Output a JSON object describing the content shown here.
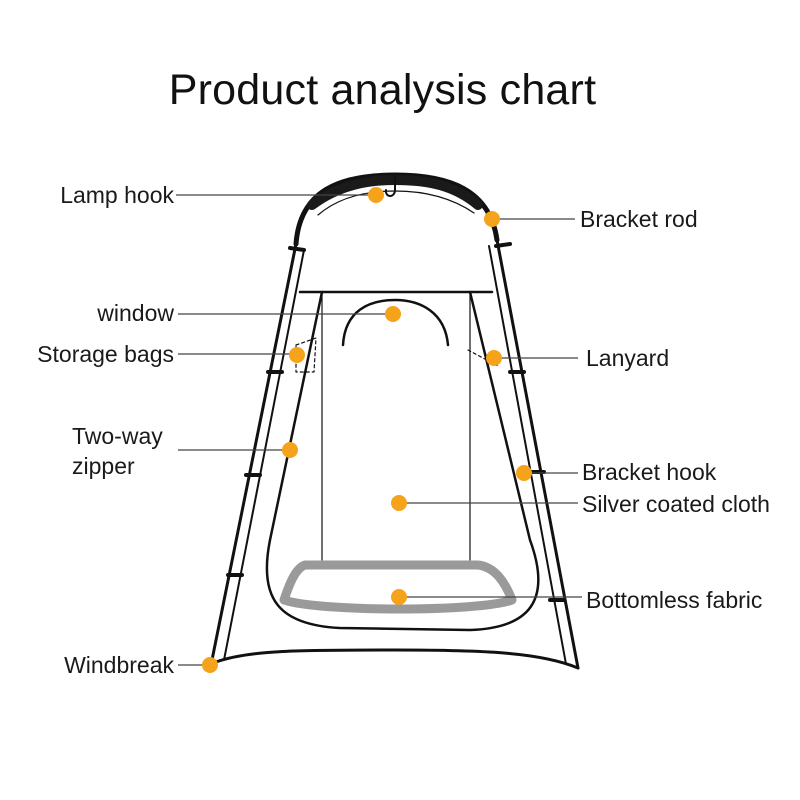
{
  "title": "Product analysis chart",
  "colors": {
    "marker": "#f5a31a",
    "outline": "#111111",
    "floor": "#9a9a9a",
    "leader": "#444444"
  },
  "labels": {
    "lamp_hook": "Lamp hook",
    "window": "window",
    "storage_bags": "Storage bags",
    "two_way_zipper_line1": "Two-way",
    "two_way_zipper_line2": "zipper",
    "windbreak": "Windbreak",
    "bracket_rod": "Bracket rod",
    "lanyard": "Lanyard",
    "bracket_hook": "Bracket hook",
    "silver_coated_cloth": "Silver coated cloth",
    "bottomless_fabric": "Bottomless fabric"
  }
}
